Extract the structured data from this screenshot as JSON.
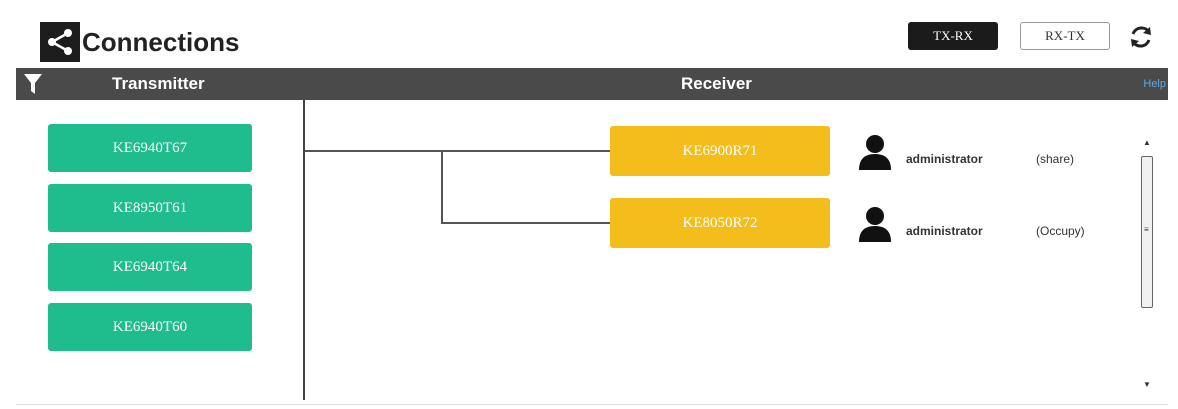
{
  "header": {
    "title": "Connections",
    "title_icon": "share-icon",
    "btn_txrx": "TX-RX",
    "btn_rxtx": "RX-TX",
    "refresh_icon": "refresh-icon"
  },
  "table": {
    "filter_icon": "filter-icon",
    "col_transmitter": "Transmitter",
    "col_receiver": "Receiver",
    "help": "Help"
  },
  "transmitters": [
    {
      "label": "KE6940T67"
    },
    {
      "label": "KE8950T61"
    },
    {
      "label": "KE6940T64"
    },
    {
      "label": "KE6940T60"
    }
  ],
  "receivers": [
    {
      "label": "KE6900R71",
      "user": "administrator",
      "mode": "(share)"
    },
    {
      "label": "KE8050R72",
      "user": "administrator",
      "mode": "(Occupy)"
    }
  ],
  "colors": {
    "transmitter": "#1fbc8d",
    "receiver": "#f3bd1c",
    "bar": "#4a4a4a"
  }
}
